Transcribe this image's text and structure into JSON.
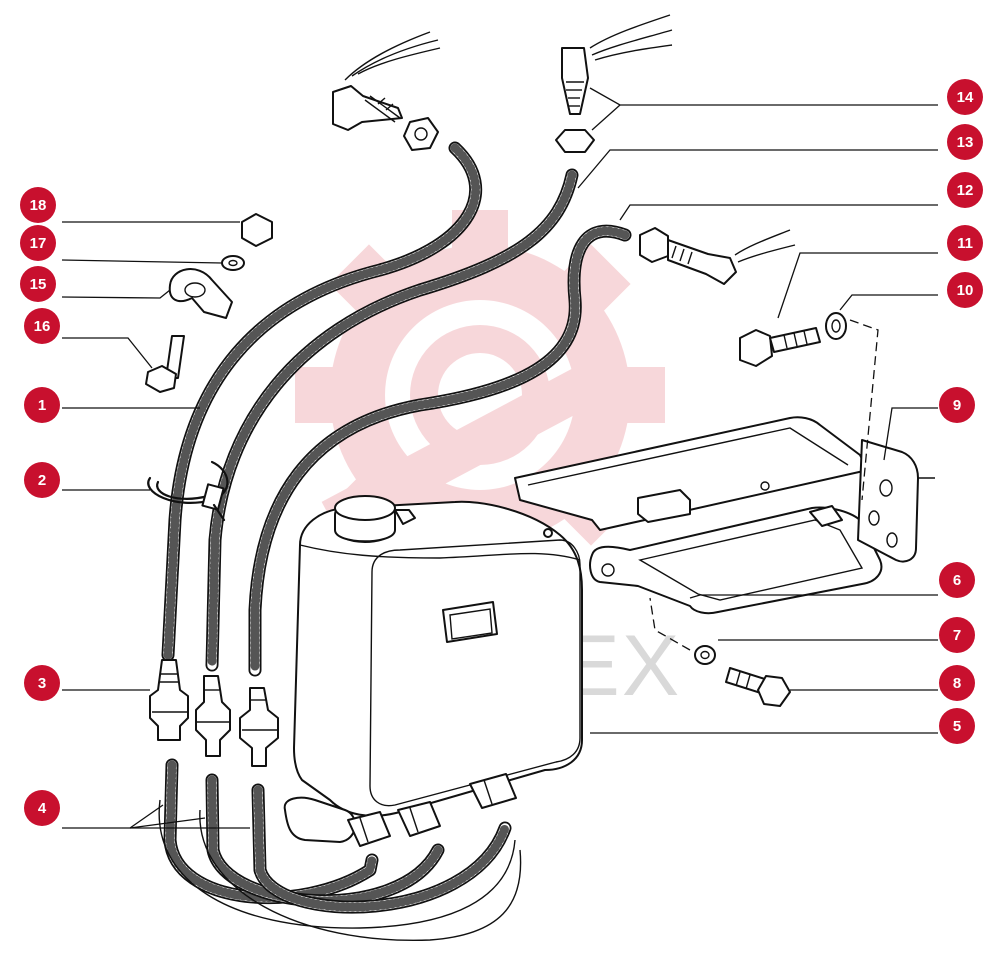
{
  "watermark": {
    "text": "ИНТЕХ",
    "color": "#f2b8bd"
  },
  "callout_color": "#c8102e",
  "callouts": [
    {
      "label": "1"
    },
    {
      "label": "2"
    },
    {
      "label": "3"
    },
    {
      "label": "4"
    },
    {
      "label": "5"
    },
    {
      "label": "6"
    },
    {
      "label": "7"
    },
    {
      "label": "8"
    },
    {
      "label": "9"
    },
    {
      "label": "10"
    },
    {
      "label": "11"
    },
    {
      "label": "12"
    },
    {
      "label": "13"
    },
    {
      "label": "14"
    },
    {
      "label": "15"
    },
    {
      "label": "16"
    },
    {
      "label": "17"
    },
    {
      "label": "18"
    }
  ]
}
